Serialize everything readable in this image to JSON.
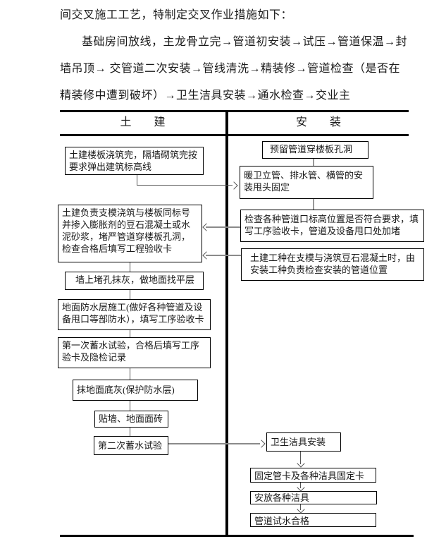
{
  "intro": {
    "lines": [
      "间交叉施工工艺，特制定交叉作业措施如下：",
      "基础房间放线，主龙骨立完→管道初安装→试压→管道保温→封",
      "墙吊顶→ 交管道二次安装→管线清洗→精装修→管道检查（是否在",
      "精装修中遭到破坏）→卫生洁具安装→通水检查→交业主"
    ]
  },
  "flow": {
    "left_column": {
      "header": "土　　建",
      "boxes": [
        "土建楼板浇筑完，隔墙砌筑完按要求弹出建筑标高线",
        "土建负责支模浇筑与楼板同标号并掺入膨胀剂的豆石混凝土或水泥砂浆，堵严管道穿楼板孔洞，检查合格后填写工程验收卡",
        "墙上堵孔抹灰，做地面找平层",
        "地面防水层施工(做好各种管道及设备甩口等部防水），填写工序验收卡",
        "第一次蓄水试验，合格后填写工序验卡及隐检记录",
        "抹地面底灰(保护防水层)",
        "贴墙、地面面砖",
        "第二次蓄水试验"
      ]
    },
    "right_column": {
      "header": "安　　装",
      "boxes": [
        "预留管道穿楼板孔洞",
        "暖卫立管、排水管、横管的安装甩头固定",
        "检查各种管道口标高位置是否符合要求，填写工序验收卡，管道及设备甩口处加堵",
        "土建工种在支模与浇筑豆石混凝土时，由安装工种负责检查安装的管道位置",
        "卫生洁具安装",
        "固定管卡及各种洁具固定卡",
        "安放各种洁具",
        "管道试水合格"
      ]
    }
  },
  "colors": {
    "text": "#1a1a1a",
    "rule": "#000000",
    "connector": "#8a8a8a"
  }
}
